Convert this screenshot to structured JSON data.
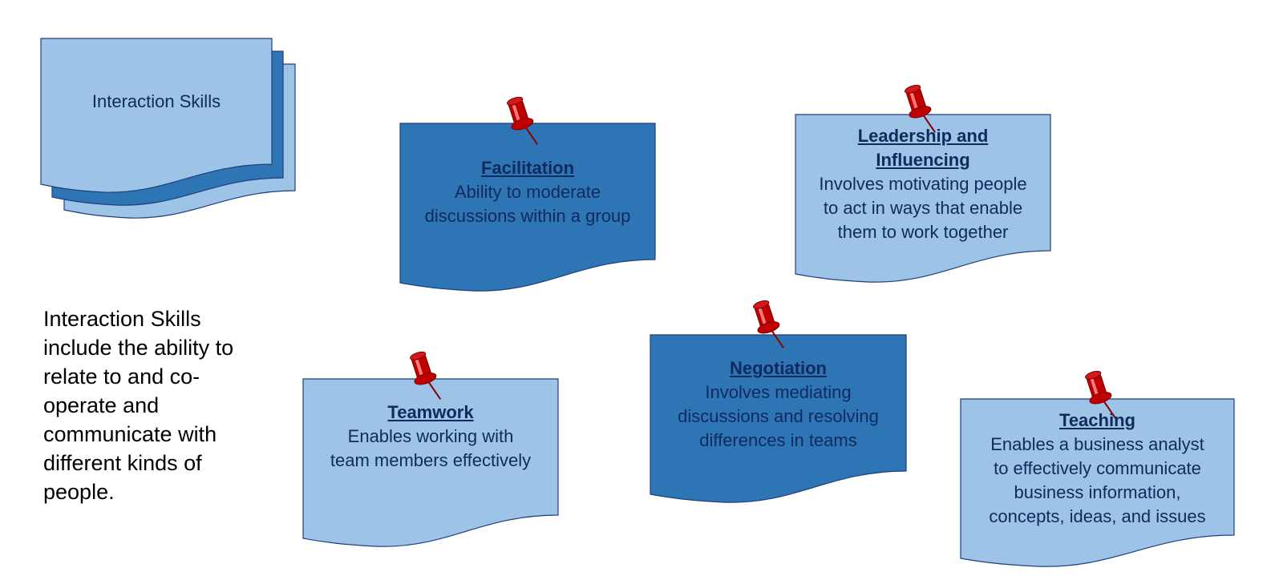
{
  "colors": {
    "light_fill": "#9dc3e6",
    "dark_fill": "#2e75b6",
    "stroke": "#1f3f7a",
    "text": "#102a5c",
    "pin": "#c00000"
  },
  "stack": {
    "title": "Interaction Skills"
  },
  "description": "Interaction Skills include the ability to relate to and co-operate and communicate with different kinds of people.",
  "cards": [
    {
      "id": "facilitation",
      "title": "Facilitation",
      "lines": [
        "Ability to moderate",
        "discussions within a group"
      ]
    },
    {
      "id": "leadership",
      "title_lines": [
        "Leadership and",
        "Influencing"
      ],
      "lines": [
        "Involves motivating people",
        "to act in ways that enable",
        "them to work together"
      ]
    },
    {
      "id": "teamwork",
      "title": "Teamwork",
      "lines": [
        "Enables working with",
        "team members effectively"
      ]
    },
    {
      "id": "negotiation",
      "title": "Negotiation",
      "lines": [
        "Involves mediating",
        "discussions and resolving",
        "differences in teams"
      ]
    },
    {
      "id": "teaching",
      "title": "Teaching",
      "lines": [
        "Enables a business analyst",
        "to effectively communicate",
        "business information,",
        "concepts, ideas, and issues"
      ]
    }
  ]
}
